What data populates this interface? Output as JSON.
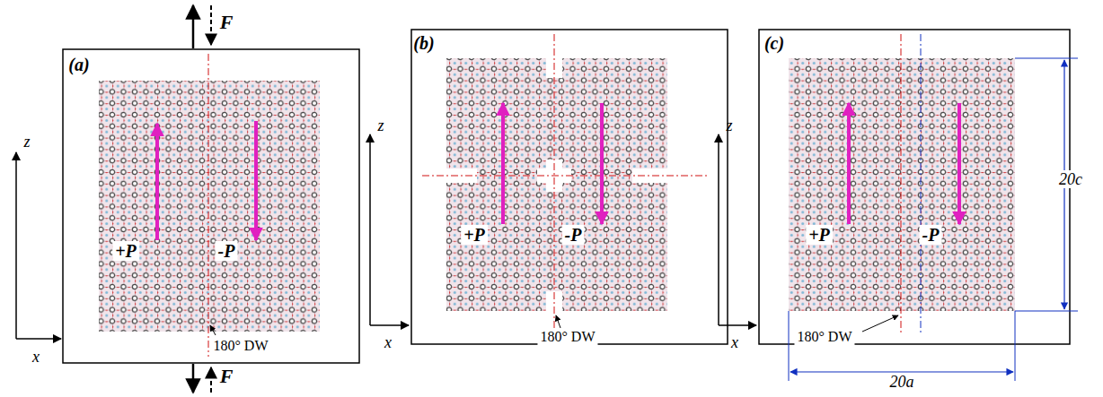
{
  "diagram": {
    "labels": [
      "F",
      "(a)",
      "+P",
      "-P",
      "z",
      "x",
      "180° DW",
      "F",
      "(b)",
      "+P",
      "-P",
      "z",
      "x",
      "180° DW",
      "(c)",
      "20c",
      "+P",
      "-P",
      "z",
      "x",
      "180° DW",
      "20a"
    ]
  }
}
